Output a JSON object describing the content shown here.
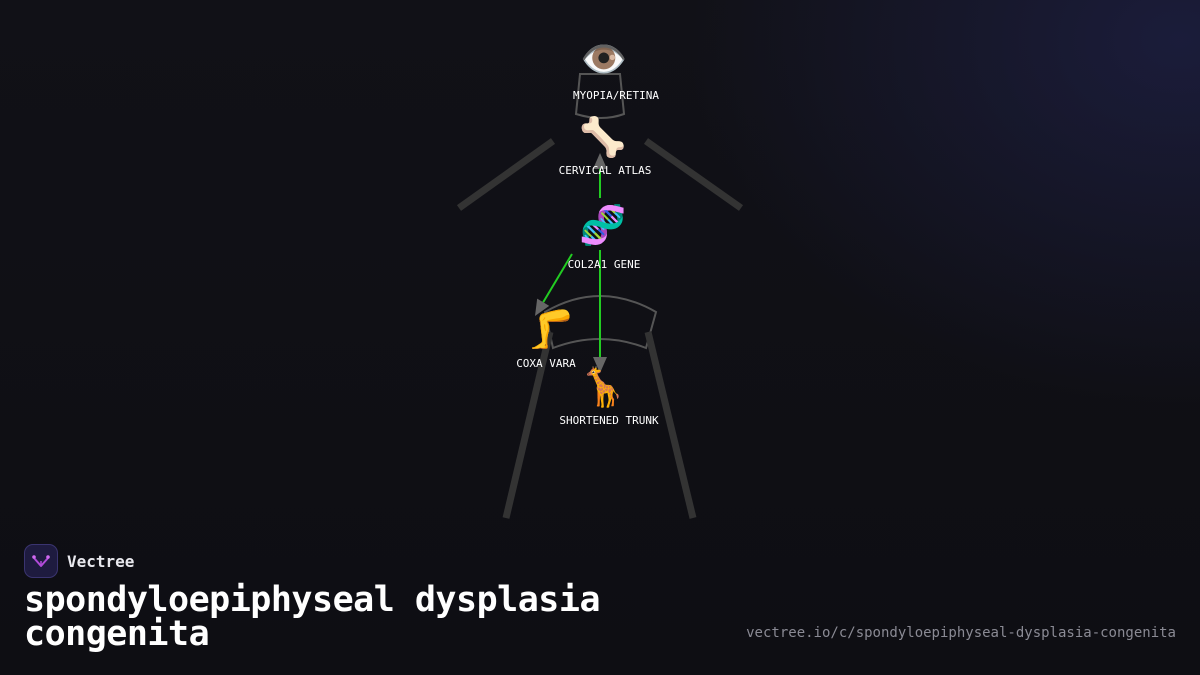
{
  "brand": {
    "name": "Vectree",
    "logo_icon": "vectree-logo-icon"
  },
  "title": "spondyloepiphyseal dysplasia congenita",
  "url": "vectree.io/c/spondyloepiphyseal-dysplasia-congenita",
  "colors": {
    "background": "#0f0f14",
    "edge": "#22cc22",
    "arrowhead": "#666666",
    "silhouette": "#333333",
    "label": "#ffffff"
  },
  "diagram": {
    "nodes": [
      {
        "id": "myopia",
        "icon": "👁️",
        "icon_name": "eye-icon",
        "label": "MYOPIA/RETINA"
      },
      {
        "id": "atlas",
        "icon": "🦴",
        "icon_name": "bone-icon",
        "label": "CERVICAL ATLAS"
      },
      {
        "id": "gene",
        "icon": "🧬",
        "icon_name": "dna-icon",
        "label": "COL2A1 GENE"
      },
      {
        "id": "coxa",
        "icon": "🦵",
        "icon_name": "leg-icon",
        "label": "COXA VARA"
      },
      {
        "id": "trunk",
        "icon": "🦒",
        "icon_name": "giraffe-icon",
        "label": "SHORTENED TRUNK"
      }
    ],
    "edges": [
      {
        "from": "gene",
        "to": "atlas"
      },
      {
        "from": "gene",
        "to": "coxa"
      },
      {
        "from": "gene",
        "to": "trunk"
      }
    ]
  }
}
